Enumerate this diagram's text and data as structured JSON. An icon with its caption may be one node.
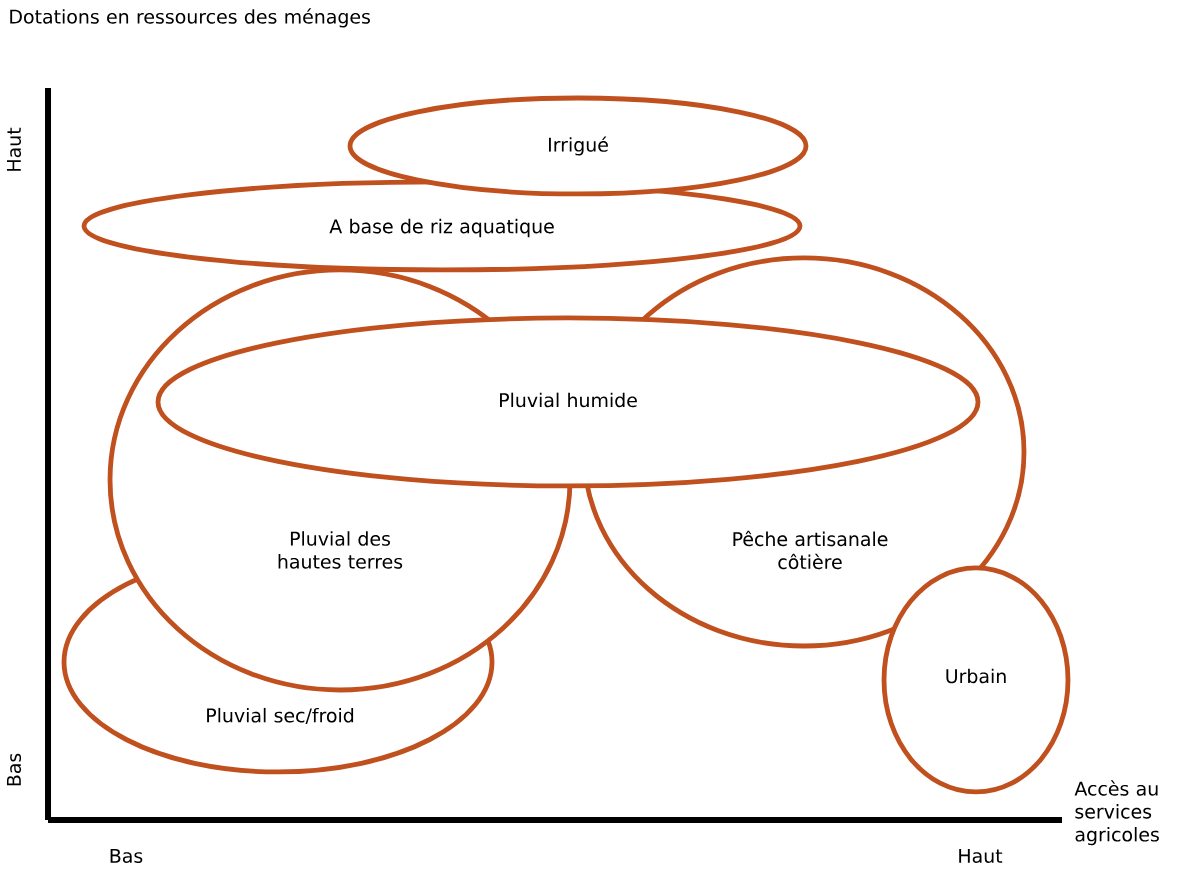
{
  "diagram": {
    "nodes": [
      {
        "text": [
          "Irrigué"
        ]
      },
      {
        "text": [
          "A base de riz aquatique"
        ]
      },
      {
        "text": [
          "Pluvial humide"
        ]
      },
      {
        "text": [
          "Pluvial des hautes terres"
        ]
      },
      {
        "text": [
          "Pêche artisanale côtière"
        ]
      },
      {
        "text": [
          "Pluvial sec/froid"
        ]
      },
      {
        "text": [
          "Urbain"
        ]
      }
    ],
    "labels": [
      "Dotations en ressources des ménages",
      "Haut",
      "Bas",
      "Bas",
      "Haut",
      "Accès au services agricoles"
    ]
  }
}
